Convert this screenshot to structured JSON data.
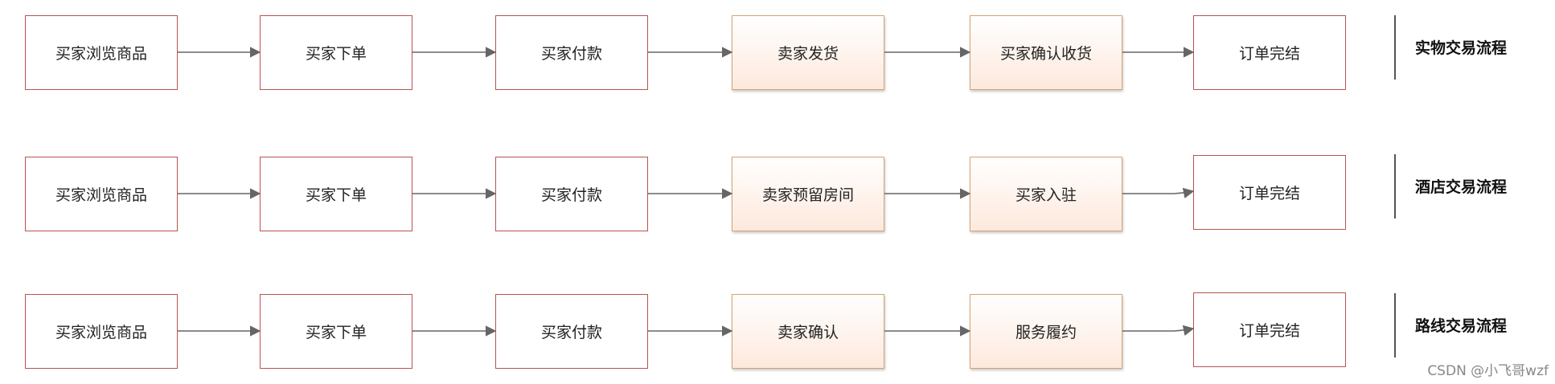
{
  "flows": [
    {
      "title": "实物交易流程",
      "steps": [
        {
          "label": "买家浏览商品",
          "kind": "buyer"
        },
        {
          "label": "买家下单",
          "kind": "buyer"
        },
        {
          "label": "买家付款",
          "kind": "buyer"
        },
        {
          "label": "卖家发货",
          "kind": "seller"
        },
        {
          "label": "买家确认收货",
          "kind": "seller"
        },
        {
          "label": "订单完结",
          "kind": "buyer"
        }
      ]
    },
    {
      "title": "酒店交易流程",
      "steps": [
        {
          "label": "买家浏览商品",
          "kind": "buyer"
        },
        {
          "label": "买家下单",
          "kind": "buyer"
        },
        {
          "label": "买家付款",
          "kind": "buyer"
        },
        {
          "label": "卖家预留房间",
          "kind": "seller"
        },
        {
          "label": "买家入驻",
          "kind": "seller"
        },
        {
          "label": "订单完结",
          "kind": "buyer"
        }
      ]
    },
    {
      "title": "路线交易流程",
      "steps": [
        {
          "label": "买家浏览商品",
          "kind": "buyer"
        },
        {
          "label": "买家下单",
          "kind": "buyer"
        },
        {
          "label": "买家付款",
          "kind": "buyer"
        },
        {
          "label": "卖家确认",
          "kind": "seller"
        },
        {
          "label": "服务履约",
          "kind": "seller"
        },
        {
          "label": "订单完结",
          "kind": "buyer"
        }
      ]
    }
  ],
  "watermark": "CSDN @小飞哥wzf",
  "colors": {
    "buyer_border": "#b85450",
    "seller_border": "#d6a472",
    "seller_fill": "#fde9dd",
    "arrow": "#666666"
  }
}
